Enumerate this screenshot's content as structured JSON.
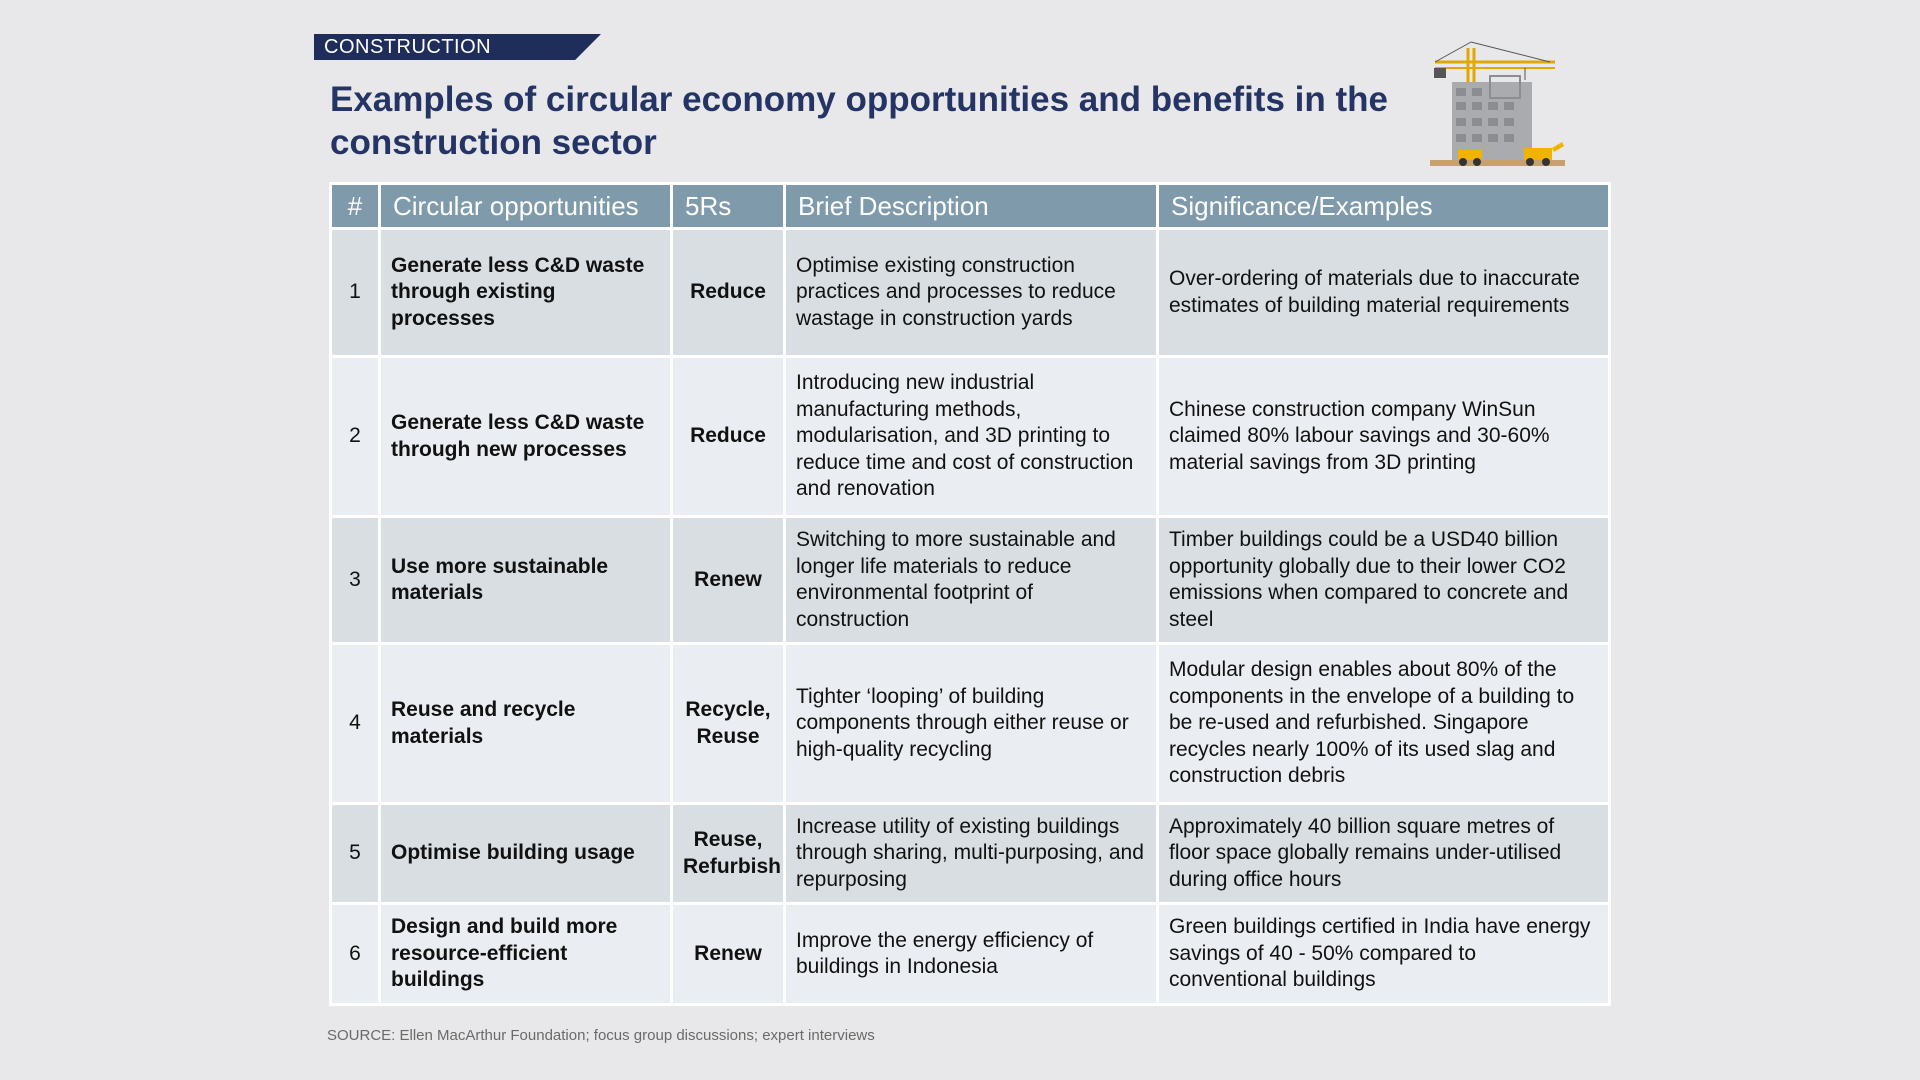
{
  "tag": "CONSTRUCTION",
  "title": "Examples of circular economy opportunities and benefits in the construction sector",
  "icon": "construction-crane-building-icon",
  "colors": {
    "header": "#7f9aab",
    "title": "#243464",
    "tag": "#1f2d5a",
    "row_odd": "#d8dee2",
    "row_even": "#eaedf1"
  },
  "table": {
    "headers": [
      "#",
      "Circular opportunities",
      "5Rs",
      "Brief Description",
      "Significance/Examples"
    ],
    "rows": [
      {
        "num": "1",
        "opportunity": "Generate less C&D waste through existing processes",
        "r": "Reduce",
        "description": "Optimise existing construction practices and processes to reduce wastage in construction yards",
        "significance": "Over-ordering of materials due to inaccurate estimates of building material requirements"
      },
      {
        "num": "2",
        "opportunity": "Generate less C&D waste through new processes",
        "r": "Reduce",
        "description": "Introducing new industrial manufacturing methods, modularisation, and 3D printing to reduce time and cost of construction and renovation",
        "significance": "Chinese construction company WinSun claimed 80% labour savings and 30-60% material savings from 3D printing"
      },
      {
        "num": "3",
        "opportunity": "Use more sustainable materials",
        "r": "Renew",
        "description": "Switching to more sustainable and longer life materials to reduce environmental footprint of construction",
        "significance": "Timber buildings could be a USD40 billion opportunity globally due to their lower CO2 emissions when compared to concrete and steel"
      },
      {
        "num": "4",
        "opportunity": "Reuse and recycle materials",
        "r": "Recycle, Reuse",
        "description": "Tighter ‘looping’ of building components through either reuse or high-quality recycling",
        "significance": "Modular design enables about 80% of the components in the envelope of a building to be re-used and refurbished. Singapore recycles nearly 100% of its used slag and construction debris"
      },
      {
        "num": "5",
        "opportunity": "Optimise building usage",
        "r": "Reuse, Refurbish",
        "description": "Increase utility of existing buildings through sharing, multi-purposing, and repurposing",
        "significance": "Approximately 40 billion square metres of floor space globally remains under-utilised during office hours"
      },
      {
        "num": "6",
        "opportunity": "Design and build more resource-efficient buildings",
        "r": "Renew",
        "description": "Improve the energy efficiency of buildings in Indonesia",
        "significance": "Green buildings certified in India have energy savings of 40 - 50% compared to conventional buildings"
      }
    ]
  },
  "source": "SOURCE: Ellen MacArthur Foundation; focus group discussions; expert interviews"
}
